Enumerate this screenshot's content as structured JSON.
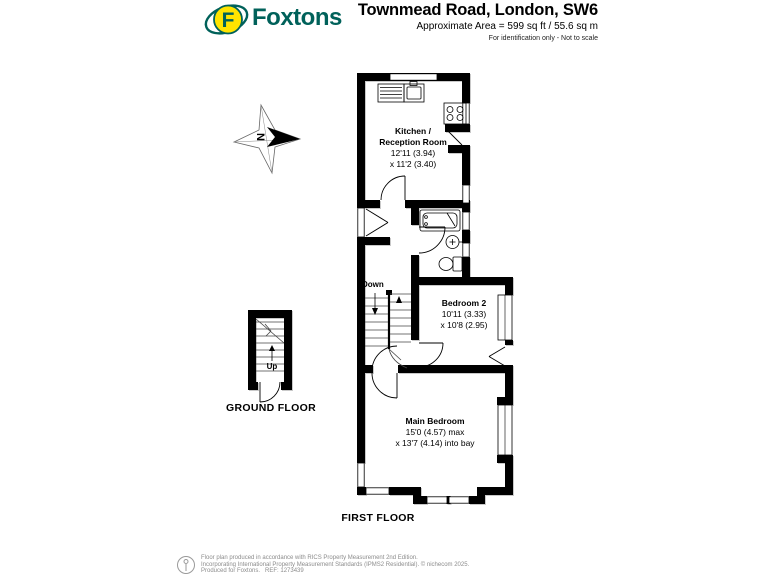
{
  "header": {
    "logo_letter": "F",
    "brand": "Foxtons",
    "title": "Townmead Road, London, SW6",
    "area": "Approximate Area = 599 sq ft / 55.6 sq m",
    "note": "For identification only - Not to scale"
  },
  "compass": {
    "north_label": "N"
  },
  "floors": {
    "ground": {
      "caption": "GROUND FLOOR",
      "stairs_label": "Up"
    },
    "first": {
      "caption": "FIRST FLOOR",
      "stairs_label": "Down",
      "rooms": {
        "kitchen": {
          "name_line1": "Kitchen /",
          "name_line2": "Reception Room",
          "dim_line1": "12'11 (3.94)",
          "dim_line2": "x 11'2 (3.40)"
        },
        "bedroom2": {
          "name": "Bedroom 2",
          "dim_line1": "10'11 (3.33)",
          "dim_line2": "x 10'8 (2.95)"
        },
        "main_bedroom": {
          "name": "Main Bedroom",
          "dim_line1": "15'0 (4.57) max",
          "dim_line2": "x 13'7 (4.14) into bay"
        }
      }
    }
  },
  "footer": {
    "line1": "Floor plan produced in accordance with RICS Property Measurement 2nd Edition.",
    "line2": "Incorporating International Property Measurement Standards (IPMS2 Residential). © nichecom 2025.",
    "line3": "Produced for Foxtons.   REF: 1273439"
  },
  "colors": {
    "brand": "#00615a",
    "logo_yellow": "#ffe400",
    "wall": "#000000",
    "shadow": "#c9c9c9",
    "footer_text": "#8c8c8c"
  }
}
